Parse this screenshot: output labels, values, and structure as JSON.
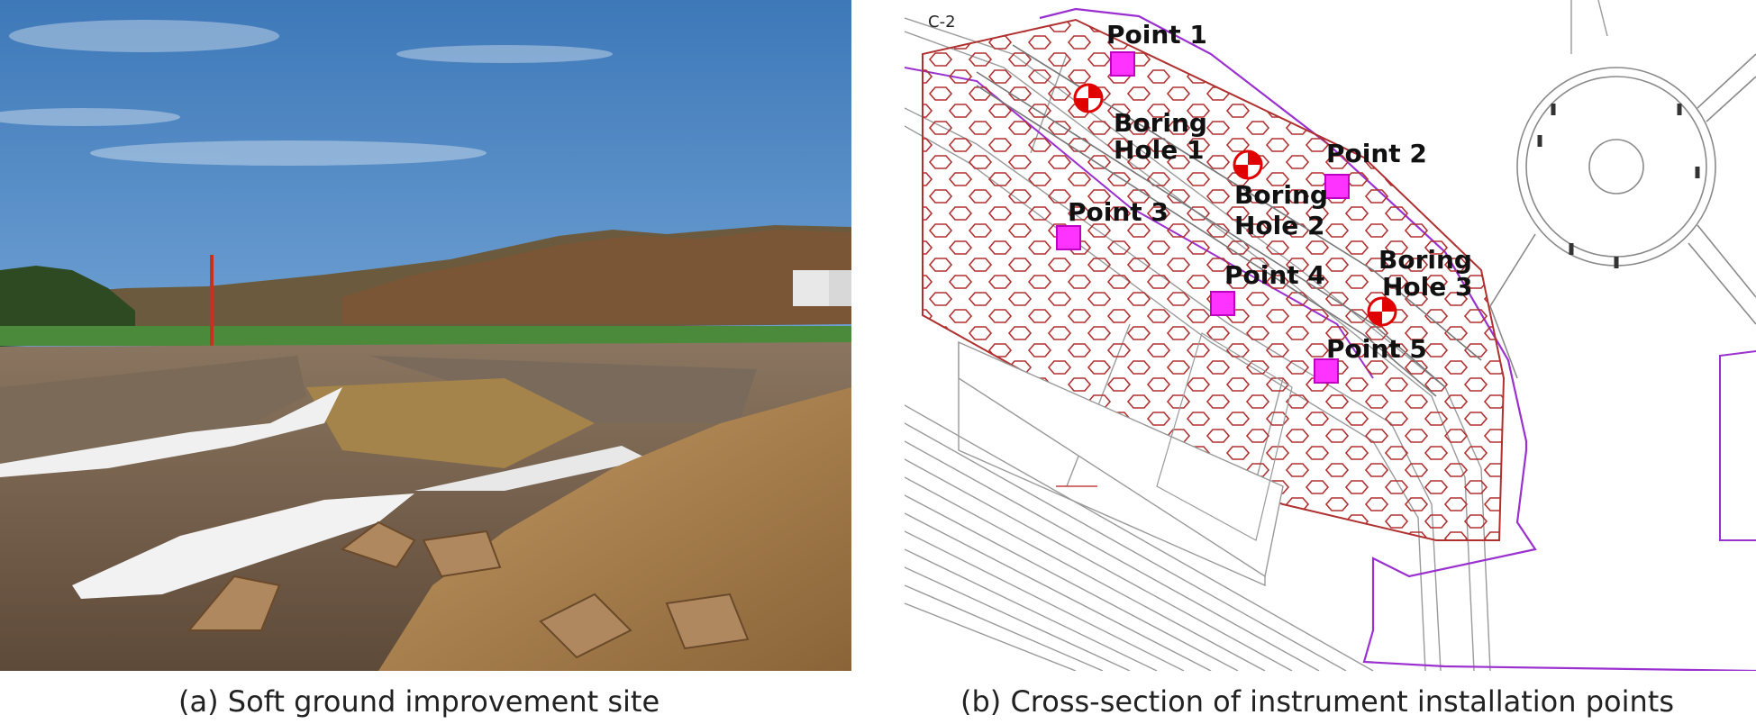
{
  "captions": {
    "a": "(a) Soft ground improvement site",
    "b": "(b) Cross-section of instrument installation points"
  },
  "plan": {
    "section_label": "C-2",
    "points": [
      {
        "label": "Point 1"
      },
      {
        "label": "Point 2"
      },
      {
        "label": "Point 3"
      },
      {
        "label": "Point 4"
      },
      {
        "label": "Point 5"
      }
    ],
    "boring_holes": [
      {
        "line1": "Boring",
        "line2": "Hole 1"
      },
      {
        "line1": "Boring",
        "line2": "Hole 2"
      },
      {
        "line1": "Boring",
        "line2": "Hole 3"
      }
    ]
  },
  "colors": {
    "point_marker": "#ff33ff",
    "boring_marker": "#e00000",
    "boundary": "#9b30d0",
    "zone_outline": "#b03030"
  }
}
